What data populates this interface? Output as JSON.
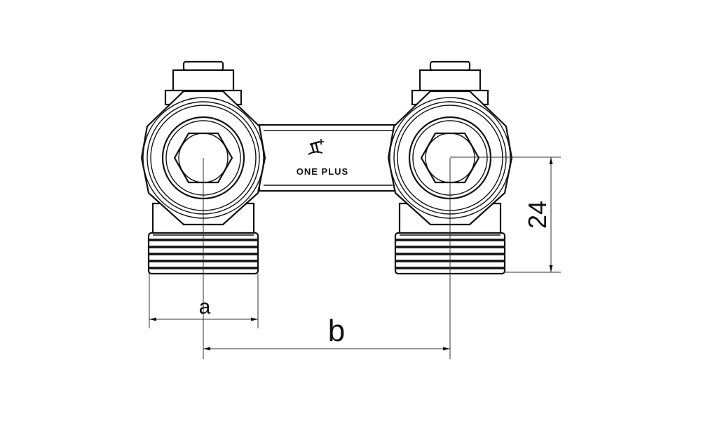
{
  "drawing": {
    "brand_text": "ONE PLUS",
    "logo": "one-plus-logo-icon",
    "dimensions": {
      "a_label": "a",
      "b_label": "b",
      "height_label": "24"
    },
    "line_color": "#111111",
    "background": "#ffffff"
  }
}
